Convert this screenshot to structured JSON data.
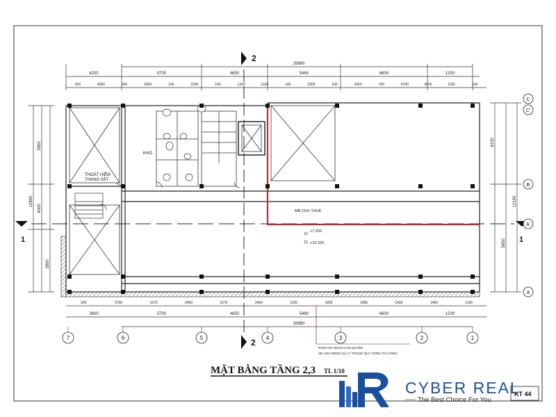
{
  "drawing": {
    "title": "MẶT BẰNG TẦNG 2,3",
    "scale": "TL 1/10",
    "sheet": "KT 44",
    "total_dim": "26880",
    "section_mark_1": "1",
    "section_mark_2": "2",
    "room_labels": {
      "stair": "THOÁT HIỂM\nTHANG SẮT",
      "store": "KHO",
      "rent": "MB CHO THUÊ"
    },
    "levels": [
      "+7.250",
      "+10.100"
    ],
    "notes": [
      "RANH XD NGOÀI CHỦ QUYỀN",
      "SẼ LINH ĐỘNG XỬ LÝ TRONG QUÁ TRÌNH THI CÔNG"
    ],
    "top_dims_row1": [
      "4200",
      "5700",
      "4650",
      "5460",
      "6600",
      "1200"
    ],
    "top_dims_row2": [
      "200",
      "4000",
      "100",
      "2600",
      "100",
      "2200",
      "100",
      "1320",
      "1320",
      "100",
      "2300",
      "100",
      "4260",
      "700",
      "5700",
      "3600",
      "1100",
      "100"
    ],
    "bottom_dims_row1": [
      "200",
      "5700",
      "1575",
      "2400",
      "1575",
      "2400",
      "1125",
      "1835",
      "2385",
      "2400",
      "1465",
      "1100"
    ],
    "bottom_dims_row2": [
      "3600",
      "5700",
      "4650",
      "5460",
      "6600",
      "1200"
    ],
    "bottom_total": "26880",
    "left_dims": [
      "2800",
      "4000",
      "12850",
      "2800"
    ],
    "right_dims": [
      "6150",
      "12150",
      "5650"
    ],
    "grid_bottom": [
      "7",
      "6",
      "5",
      "4",
      "3",
      "2",
      "1"
    ],
    "grid_right": [
      "C",
      "C'",
      "B",
      "A'",
      "A"
    ]
  },
  "brand": {
    "name": "CYBER REAL",
    "tagline": "The Best Choice For You",
    "accent": "#1a4fa0"
  },
  "colors": {
    "line": "#222222",
    "red": "#c0282d",
    "hatch": "#555555"
  }
}
